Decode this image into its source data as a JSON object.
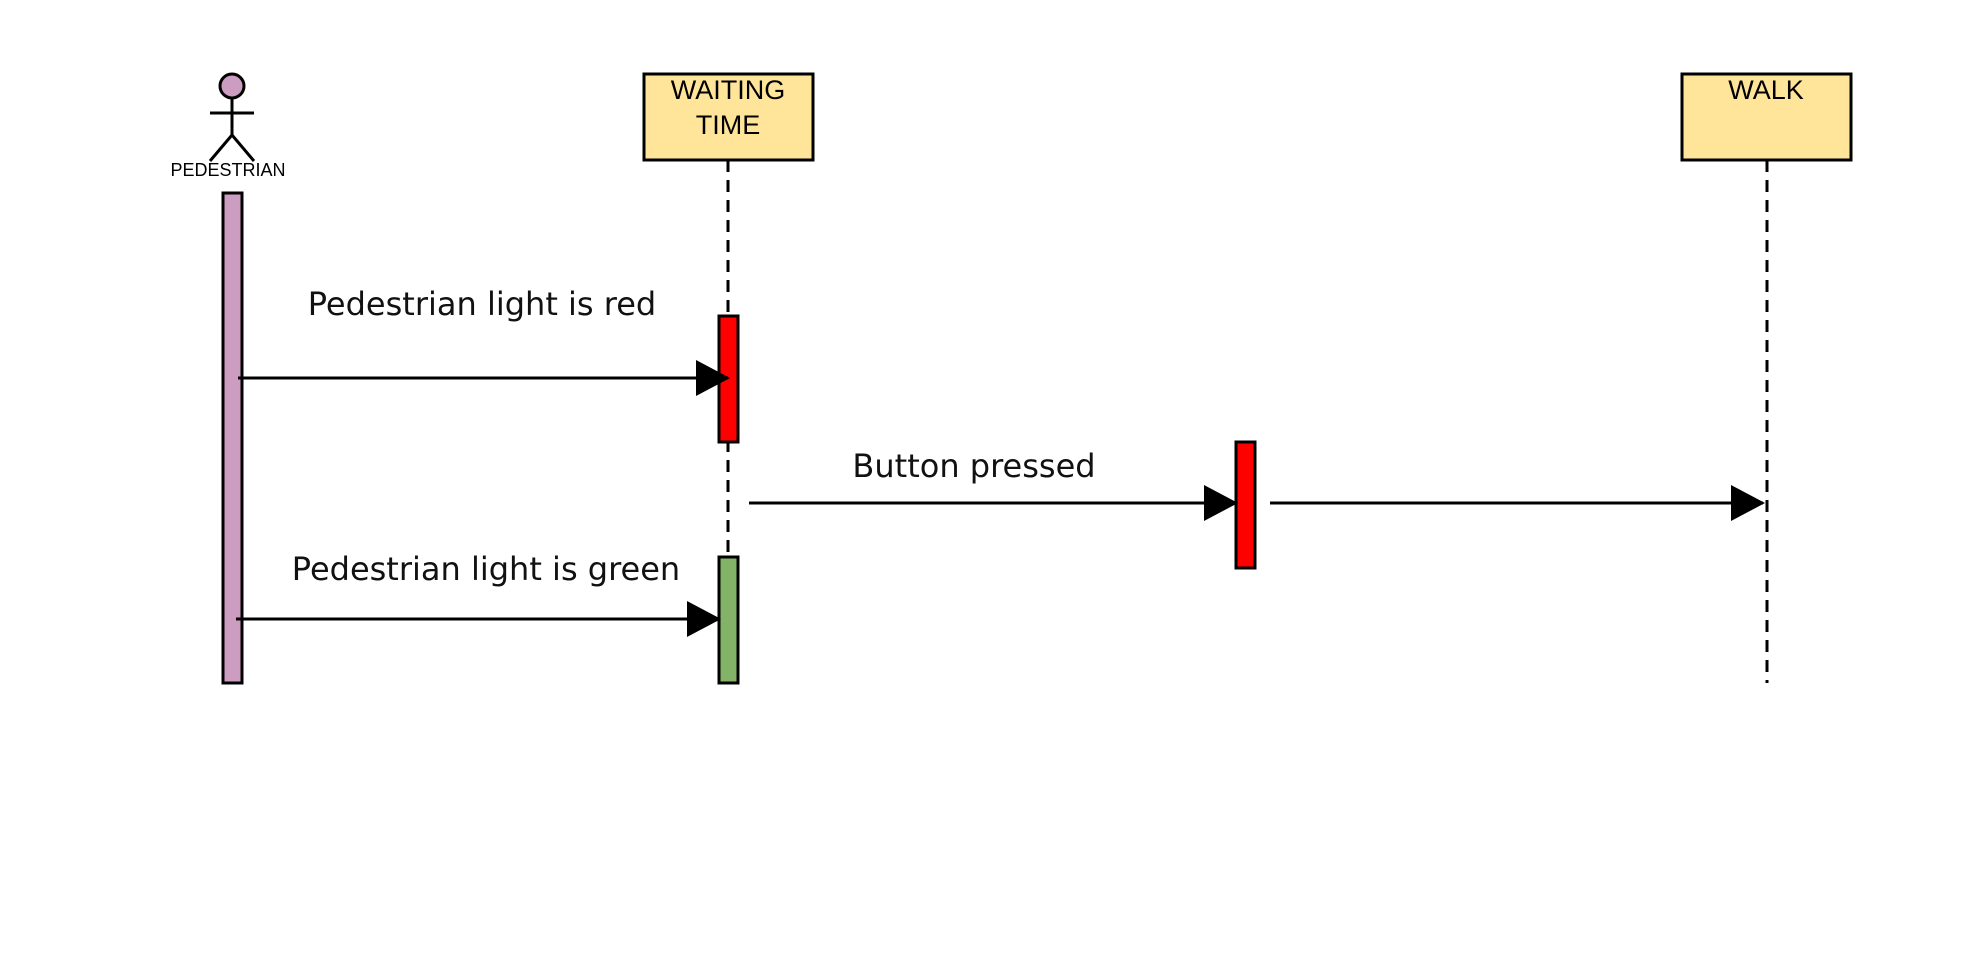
{
  "colors": {
    "participant_fill": "#ffe599",
    "actor_fill": "#cd9cc1",
    "activation_red": "#ff0000",
    "activation_green": "#82b366",
    "line": "#000000"
  },
  "actor": {
    "label": "PEDESTRIAN",
    "icon": "stick-figure-icon"
  },
  "participants": {
    "waiting_time": {
      "line1": "WAITING",
      "line2": "TIME"
    },
    "walk": {
      "label": "WALK"
    }
  },
  "messages": {
    "red_light": "Pedestrian light is red",
    "button_pressed": "Button pressed",
    "green_light": "Pedestrian light is green"
  }
}
